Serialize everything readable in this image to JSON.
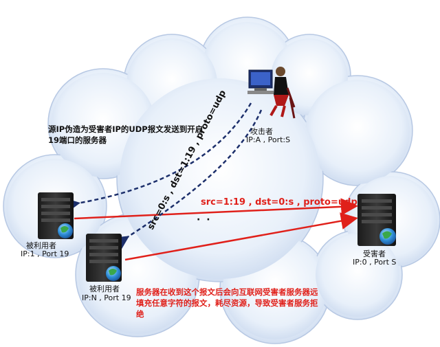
{
  "notes": {
    "top": "源IP伪造为受害者IP的UDP报文发送到开启19端口的服务器",
    "bottom": "服务器在收到这个报文后会向互联网受害者服务器远填充任意字符的报文，耗尽资源，导致受害者服务拒绝"
  },
  "attacker": {
    "name": "攻击者",
    "addr": "IP:A , Port:S"
  },
  "reflector1": {
    "name": "被利用者",
    "addr": "IP:1 , Port 19"
  },
  "reflectorN": {
    "name": "被利用者",
    "addr": "IP:N , Port 19"
  },
  "victim": {
    "name": "受害者",
    "addr": "IP:0 , Port S"
  },
  "packets": {
    "spoofed": "src=0:s , dst=1:19 , proto=udp",
    "reflected": "src=1:19 , dst=0:s , proto=udp",
    "ellipsis": "· ·"
  },
  "colors": {
    "red": "#e0201a",
    "navy": "#1c2f6b",
    "cloud": "#dfe9f6"
  }
}
